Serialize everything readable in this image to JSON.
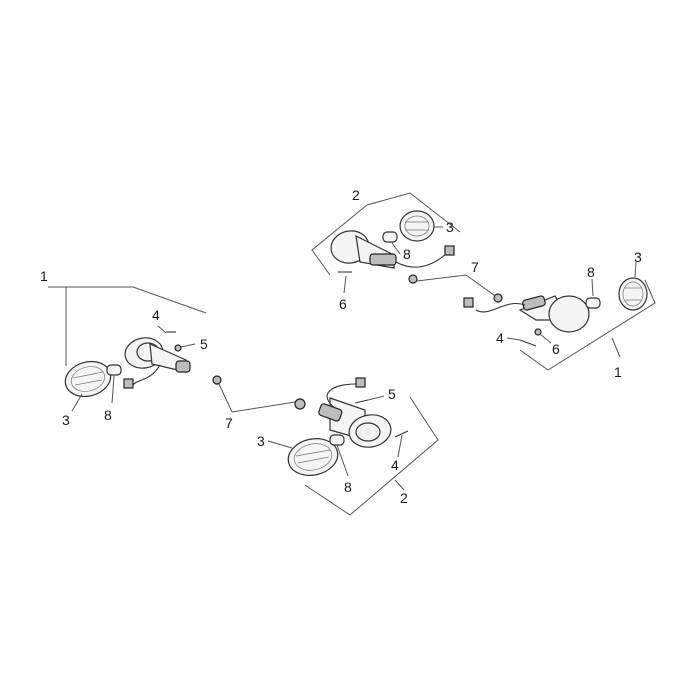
{
  "callouts": {
    "left_assembly": "1",
    "left_lens": "3",
    "left_screw": "4",
    "left_nut_top": "5",
    "left_bulb": "8",
    "center_nut": "7",
    "lower_lens": "3",
    "lower_bulb": "8",
    "lower_nut_top": "5",
    "lower_screw": "4",
    "lower_assembly": "2",
    "top_assembly": "2",
    "top_lens": "3",
    "top_bulb": "8",
    "top_nut_right": "7",
    "top_screw": "6",
    "right_bulb": "8",
    "right_lens": "3",
    "right_screw": "4",
    "right_nut": "6",
    "right_assembly": "1"
  }
}
